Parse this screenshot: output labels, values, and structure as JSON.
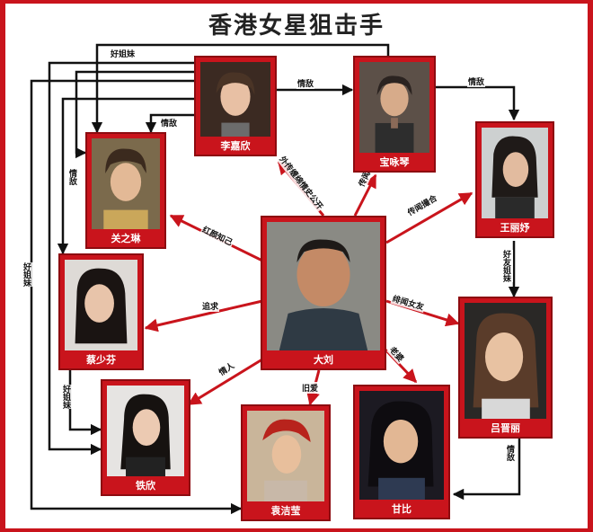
{
  "title": "香港女星狙击手",
  "colors": {
    "card_red": "#c9141c",
    "arrow_red": "#c9141c",
    "arrow_black": "#111111",
    "background": "#ffffff"
  },
  "people": {
    "center": "大刘",
    "li_jiaxin": "李嘉欣",
    "bao_yunxing": "宝咏琴",
    "wang_lixin": "王丽妤",
    "guan_zhilin": "关之琳",
    "yue_shaofen": "蔡少芬",
    "lv_fangjie": "吕晋丽",
    "tie_xin": "铁欣",
    "xiong_ying": "袁洁莹",
    "gan_bi": "甘比"
  },
  "labels": {
    "li_to_bao": "情敌",
    "bao_to_wang": "情敌",
    "top_left_loop": "好姐妹",
    "li_to_guan": "情敌",
    "left_vertical_1": "情敌",
    "left_vertical_2": "好姐妹",
    "yue_to_tie": "好姐妹",
    "wang_to_lv": "好友姐妹",
    "lv_to_gan": "情敌",
    "center_to_li": "外传缠绵情史公开",
    "center_to_bao": "传闻有染",
    "center_to_wang": "传闻撮合",
    "center_to_guan": "红颜知己",
    "center_to_yue": "追求",
    "center_to_lv": "绯闻女友",
    "center_to_gan": "老婆",
    "center_to_xiong": "旧爱",
    "center_to_tie": "情人"
  }
}
